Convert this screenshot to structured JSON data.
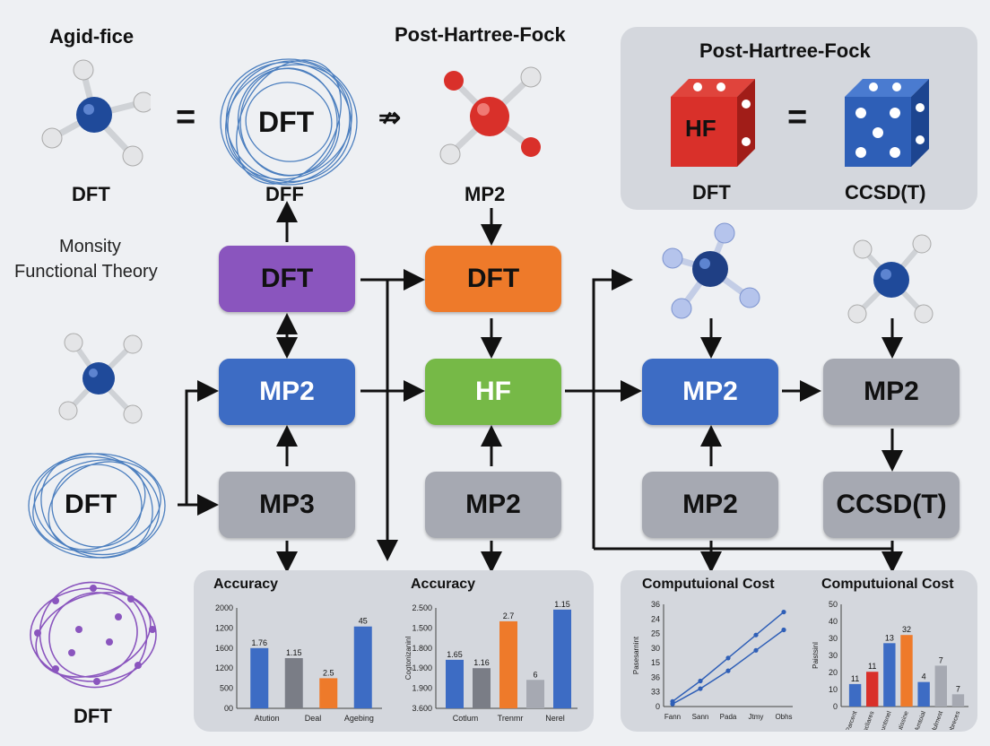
{
  "top_labels": {
    "agid_fice": "Agid-fice",
    "post_hf_top": "Post-Hartree-Fock",
    "dft_left": "DFT",
    "dff": "DFF",
    "dft_cloud": "DFT",
    "mp2_top": "MP2",
    "monsity_line1": "Monsity",
    "monsity_line2": "Functional Theory",
    "dft_cloud_left": "DFT",
    "dft_bottom": "DFT",
    "equals_1": "=",
    "neq_1": "⇏"
  },
  "hf_panel": {
    "title": "Post-Hartree-Fock",
    "cube_red_label": "HF",
    "equals": "=",
    "left_caption": "DFT",
    "right_caption": "CCSD(T)"
  },
  "boxes": {
    "c1_top": "DFT",
    "c1_mid": "MP2",
    "c1_bot": "MP3",
    "c2_top": "DFT",
    "c2_mid": "HF",
    "c2_bot": "MP2",
    "c3_mid": "MP2",
    "c3_bot": "MP2",
    "c4_mid": "MP2",
    "c4_bot": "CCSD(T)"
  },
  "colors": {
    "purple": "#8a55be",
    "orange": "#ee7a2a",
    "blue": "#3d6cc4",
    "green": "#76b947",
    "gray": "#a6a9b2",
    "red": "#d9302a",
    "navy": "#1f4a9a"
  },
  "chart_data": [
    {
      "type": "bar",
      "title": "Accuracy",
      "yticks": [
        "2000",
        "1200",
        "1600",
        "1200",
        "500",
        "00"
      ],
      "ylim": [
        0,
        2000
      ],
      "categories": [
        "Atution",
        "Deal",
        "Agebing"
      ],
      "bars": [
        {
          "value": 1200,
          "label": "1.76",
          "color": "#3d6cc4"
        },
        {
          "value": 1000,
          "label": "1.15",
          "color": "#7a7d86"
        },
        {
          "value": 600,
          "label": "2.5",
          "color": "#ee7a2a"
        },
        {
          "value": 1630,
          "label": "45",
          "color": "#3d6cc4"
        }
      ]
    },
    {
      "type": "bar",
      "title": "Accuracy",
      "ylabel": "Cogtonizaninl",
      "yticks": [
        "2.500",
        "1.500",
        "1.800",
        "1.900",
        "1.900",
        "3.600"
      ],
      "ylim": [
        0,
        3
      ],
      "categories": [
        "Cotlum",
        "Trenmr",
        "Nerel"
      ],
      "bars": [
        {
          "value": 1.45,
          "label": "1.65",
          "color": "#3d6cc4"
        },
        {
          "value": 1.2,
          "label": "1.16",
          "color": "#7a7d86"
        },
        {
          "value": 2.6,
          "label": "2.7",
          "color": "#ee7a2a"
        },
        {
          "value": 0.85,
          "label": "6",
          "color": "#a6a9b2"
        },
        {
          "value": 2.95,
          "label": "1.15",
          "color": "#3d6cc4"
        }
      ]
    },
    {
      "type": "line",
      "title": "Computuional Cost",
      "ylabel": "Pasesarnint",
      "yticks": [
        "36",
        "24",
        "25",
        "30",
        "15",
        "36",
        "33",
        "0"
      ],
      "x": [
        "Fann",
        "Sann",
        "Pada",
        "Jtmy",
        "Obhs"
      ],
      "series": [
        {
          "values": [
            2,
            10,
            19,
            28,
            37
          ]
        },
        {
          "values": [
            1,
            7,
            14,
            22,
            30
          ]
        }
      ],
      "ylim": [
        0,
        40
      ]
    },
    {
      "type": "bar",
      "title": "Computuional Cost",
      "ylabel": "Paistsinl",
      "yticks": [
        "50",
        "40",
        "30",
        "30",
        "20",
        "10",
        "0"
      ],
      "ylim": [
        0,
        50
      ],
      "categories": [
        "Parcent",
        "Sincliares",
        "Sauntsnel",
        "Sautissine",
        "Amtoial",
        "Adulmest",
        "Cnbreces"
      ],
      "bars": [
        {
          "value": 11,
          "label": "11",
          "color": "#3d6cc4"
        },
        {
          "value": 17,
          "label": "11",
          "color": "#d9302a"
        },
        {
          "value": 31,
          "label": "13",
          "color": "#3d6cc4"
        },
        {
          "value": 35,
          "label": "32",
          "color": "#ee7a2a"
        },
        {
          "value": 12,
          "label": "4",
          "color": "#3d6cc4"
        },
        {
          "value": 20,
          "label": "7",
          "color": "#a6a9b2"
        },
        {
          "value": 6,
          "label": "7",
          "color": "#a6a9b2"
        }
      ]
    }
  ]
}
